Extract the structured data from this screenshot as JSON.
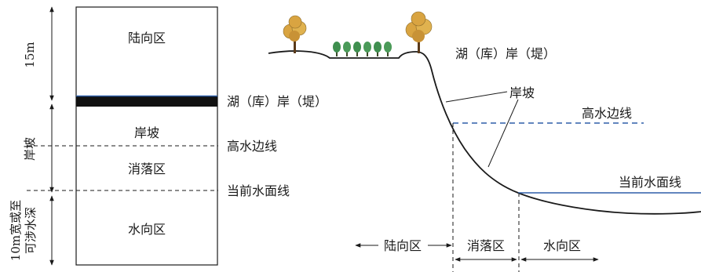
{
  "left_panel": {
    "side_labels": {
      "top_height": "15m",
      "slope": "岸坡",
      "bottom_width_line1": "10m宽或至",
      "bottom_width_line2": "可涉水深"
    },
    "zones": {
      "land": "陆向区",
      "slope": "岸坡",
      "fluctuation": "消落区",
      "water": "水向区"
    },
    "right_labels": {
      "shore": "湖（库）岸（堤）",
      "high_water_line": "高水边线",
      "current_water_line": "当前水面线"
    }
  },
  "right_panel": {
    "shore_label": "湖（库）岸（堤）",
    "slope_label": "岸坡",
    "high_water_line": "高水边线",
    "current_water_line": "当前水面线",
    "zones": {
      "land": "陆向区",
      "fluctuation": "消落区",
      "water": "水向区"
    }
  },
  "colors": {
    "water_line": "#2e5fa8",
    "shore_band": "#111111",
    "tree_foliage": "#d9a441",
    "shrub": "#3f8f4f",
    "line": "#1a1a1a"
  }
}
